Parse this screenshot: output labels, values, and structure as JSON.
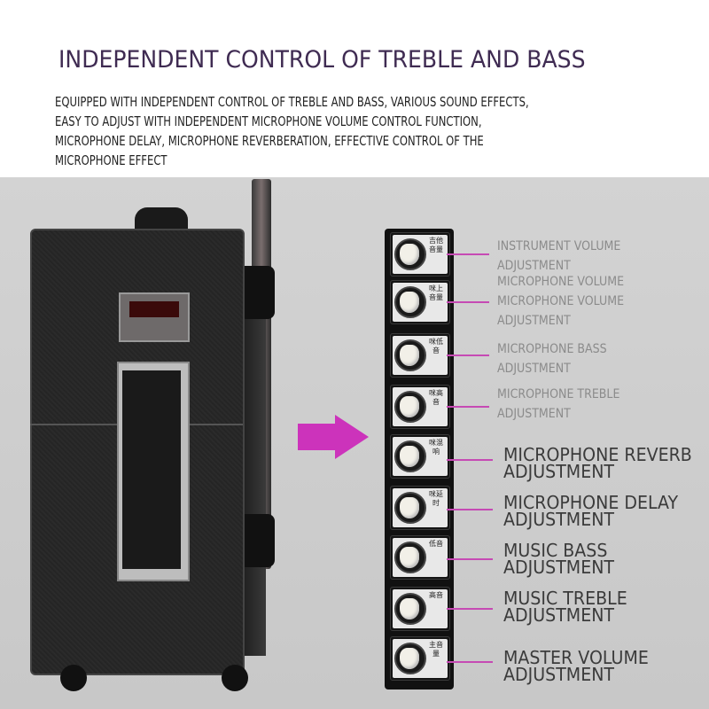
{
  "title": "INDEPENDENT CONTROL OF TREBLE AND BASS",
  "description": [
    "EQUIPPED WITH INDEPENDENT CONTROL OF TREBLE AND BASS, VARIOUS SOUND EFFECTS,",
    "EASY TO ADJUST WITH INDEPENDENT MICROPHONE VOLUME CONTROL FUNCTION,",
    "MICROPHONE DELAY, MICROPHONE REVERBERATION, EFFECTIVE CONTROL OF THE",
    "MICROPHONE EFFECT"
  ],
  "accent_color": "#cc33bb",
  "title_color": "#3f2b52",
  "knobs": [
    {
      "cn": "吉他音量",
      "label": [
        "INSTRUMENT VOLUME",
        "ADJUSTMENT"
      ]
    },
    {
      "cn": "咪上音量",
      "label": [
        "MICROPHONE VOLUME",
        "MICROPHONE VOLUME",
        "ADJUSTMENT"
      ]
    },
    {
      "cn": "咪低音",
      "label": [
        "MICROPHONE BASS",
        "ADJUSTMENT"
      ]
    },
    {
      "cn": "咪高音",
      "label": [
        "MICROPHONE TREBLE",
        "ADJUSTMENT"
      ]
    },
    {
      "cn": "咪混响",
      "label": [
        "MICROPHONE REVERB",
        "ADJUSTMENT"
      ]
    },
    {
      "cn": "咪延时",
      "label": [
        "MICROPHONE DELAY",
        "ADJUSTMENT"
      ]
    },
    {
      "cn": "低音",
      "label": [
        "MUSIC BASS",
        "ADJUSTMENT"
      ]
    },
    {
      "cn": "高音",
      "label": [
        "MUSIC TREBLE",
        "ADJUSTMENT"
      ]
    },
    {
      "cn": "主音量",
      "label": [
        "MASTER VOLUME",
        "ADJUSTMENT"
      ]
    }
  ]
}
